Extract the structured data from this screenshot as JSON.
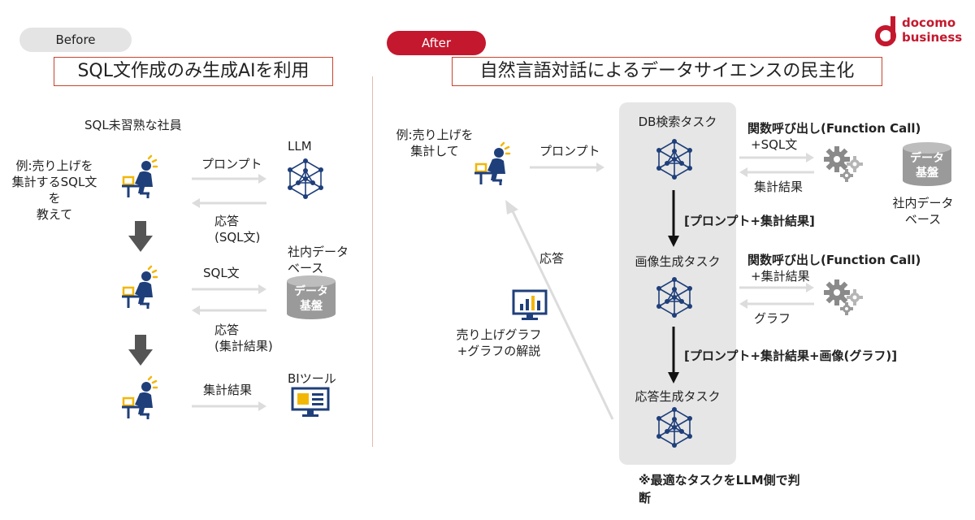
{
  "logo": {
    "line1": "docomo",
    "line2": "business",
    "brand_color": "#c4182e"
  },
  "before": {
    "tag": "Before",
    "title": "SQL文作成のみ生成AIを利用",
    "employee_caption": "SQL未習熟な社員",
    "request_lines": [
      "例:売り上げを",
      "集計するSQL文",
      "を",
      "教えて"
    ],
    "row1": {
      "send_label": "プロンプト",
      "reply_lines": [
        "応答",
        "(SQL文)"
      ],
      "target_label": "LLM"
    },
    "row2": {
      "send_label": "SQL文",
      "reply_lines": [
        "応答",
        "(集計結果)"
      ],
      "target_label_lines": [
        "社内データ",
        "ベース"
      ],
      "db_label_lines": [
        "データ",
        "基盤"
      ]
    },
    "row3": {
      "send_label": "集計結果",
      "target_label": "BIツール"
    }
  },
  "after": {
    "tag": "After",
    "title": "自然言語対話によるデータサイエンスの民主化",
    "request_lines": [
      "例:売り上げを",
      "集計して"
    ],
    "prompt_label": "プロンプト",
    "response_label": "応答",
    "chart_caption_lines": [
      "売り上げグラフ",
      "+グラフの解説"
    ],
    "tasks": [
      "DB検索タスク",
      "画像生成タスク",
      "応答生成タスク"
    ],
    "flow1": "[プロンプト+集計結果]",
    "flow2": "[プロンプト+集計結果+画像(グラフ)]",
    "call1": {
      "title": "関数呼び出し(Function Call)",
      "sub": "+SQL文",
      "reply": "集計結果"
    },
    "call2": {
      "title": "関数呼び出し(Function Call)",
      "sub": "+集計結果",
      "reply": "グラフ"
    },
    "db_label_lines": [
      "データ",
      "基盤"
    ],
    "db_caption_lines": [
      "社内データ",
      "ベース"
    ],
    "note_lines": [
      "※最適なタスクをLLM側で判",
      "断"
    ]
  },
  "colors": {
    "accent_red": "#c4182e",
    "navy": "#1f3f7a",
    "yellow": "#f2b705",
    "gray_arrow": "#dcdcdc",
    "dark_arrow": "#555555"
  }
}
